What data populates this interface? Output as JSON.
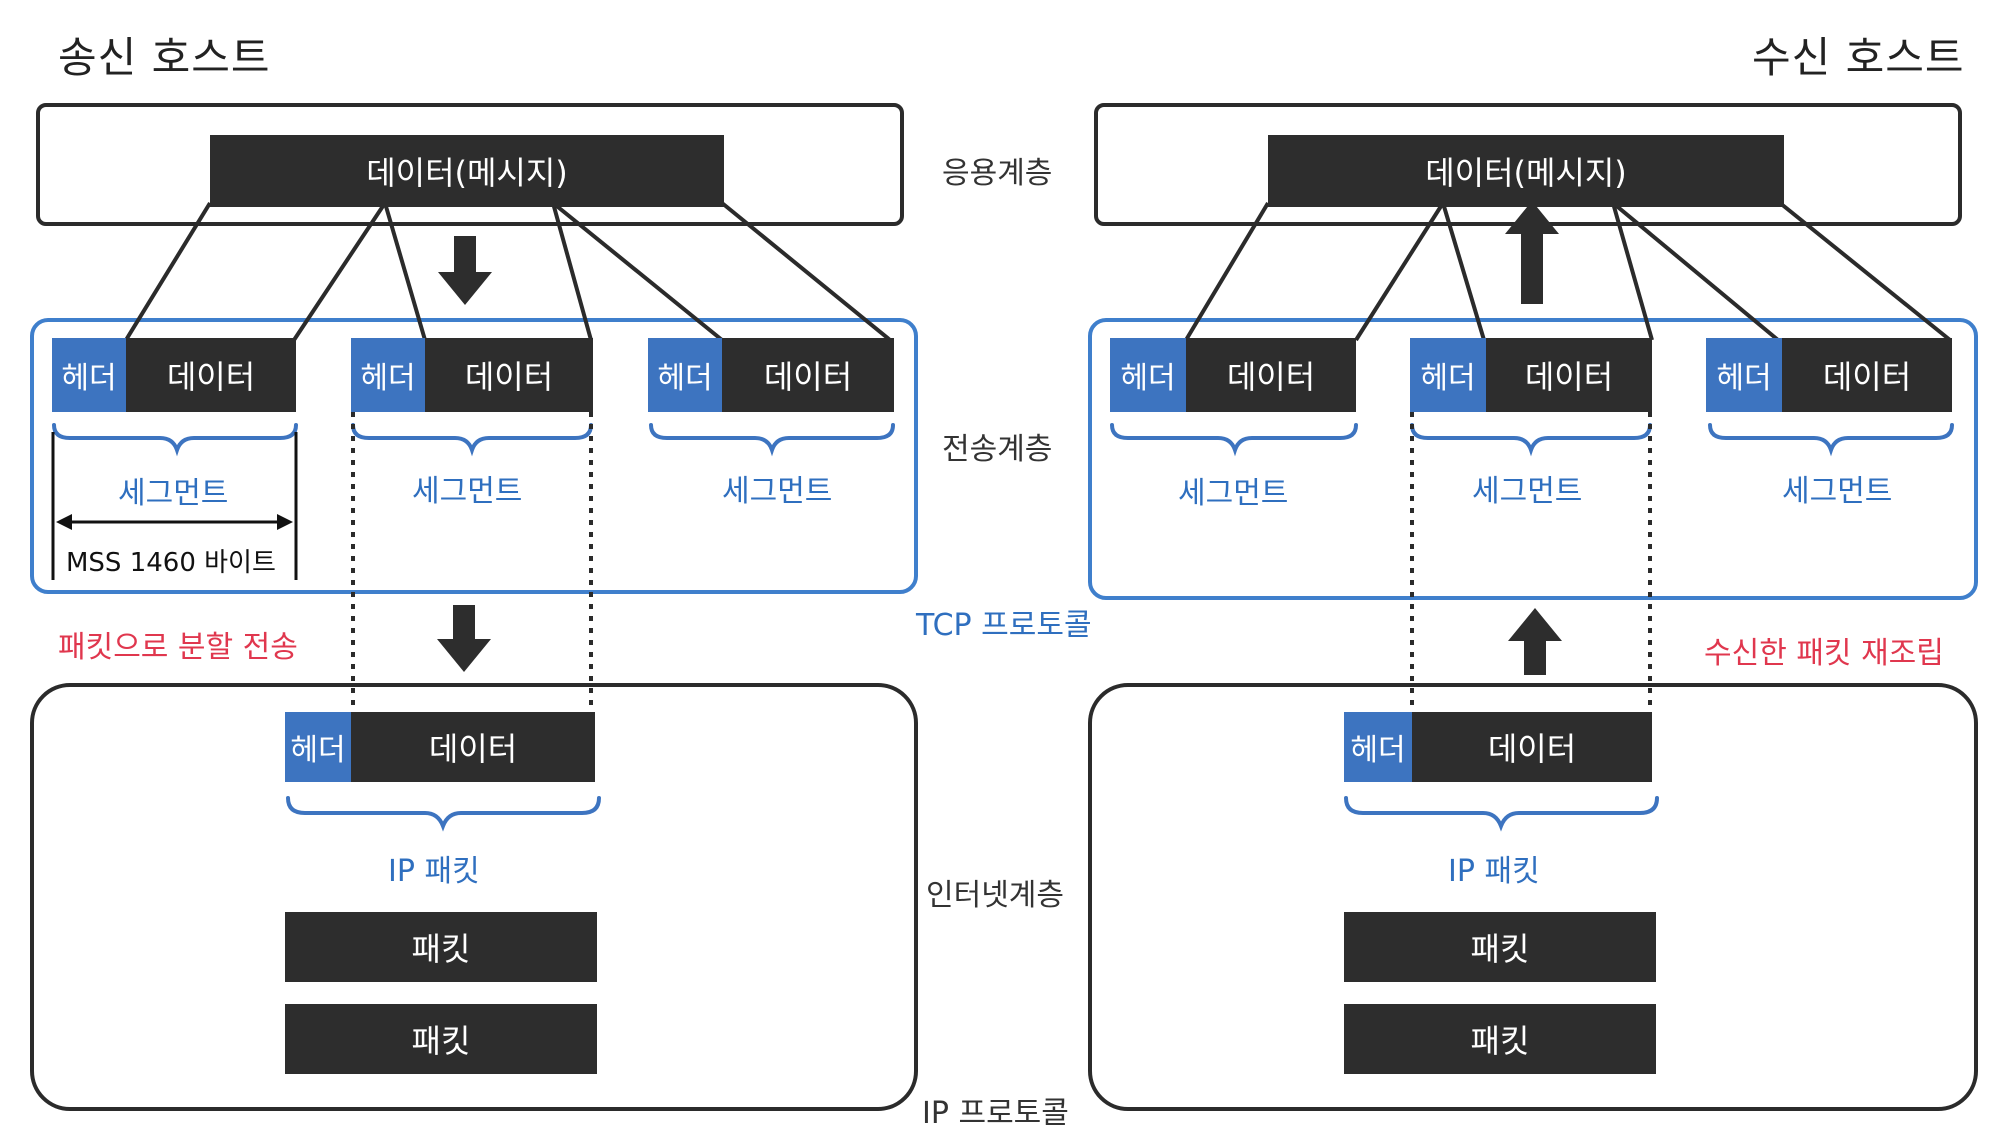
{
  "sender": {
    "title": "송신 호스트",
    "app_data": "데이터(메시지)",
    "segments": [
      {
        "header": "헤더",
        "data": "데이터",
        "label": "세그먼트"
      },
      {
        "header": "헤더",
        "data": "데이터",
        "label": "세그먼트"
      },
      {
        "header": "헤더",
        "data": "데이터",
        "label": "세그먼트"
      }
    ],
    "mss_label": "MSS 1460 바이트",
    "split_label": "패킷으로 분할 전송",
    "ip_packet": {
      "header": "헤더",
      "data": "데이터",
      "label": "IP 패킷"
    },
    "packets": [
      "패킷",
      "패킷"
    ]
  },
  "receiver": {
    "title": "수신 호스트",
    "app_data": "데이터(메시지)",
    "segments": [
      {
        "header": "헤더",
        "data": "데이터",
        "label": "세그먼트"
      },
      {
        "header": "헤더",
        "data": "데이터",
        "label": "세그먼트"
      },
      {
        "header": "헤더",
        "data": "데이터",
        "label": "세그먼트"
      }
    ],
    "reassemble_label": "수신한 패킷 재조립",
    "ip_packet": {
      "header": "헤더",
      "data": "데이터",
      "label": "IP 패킷"
    },
    "packets": [
      "패킷",
      "패킷"
    ]
  },
  "layers": {
    "application": "응용계층",
    "transport": "전송계층",
    "tcp_protocol": "TCP 프로토콜",
    "internet": "인터넷계층",
    "ip_protocol": "IP 프로토콜"
  },
  "colors": {
    "dark_block": "#2d2d2d",
    "header_blue": "#3d74c0",
    "tcp_border": "#3f7fcc",
    "accent_red": "#e0374e"
  }
}
